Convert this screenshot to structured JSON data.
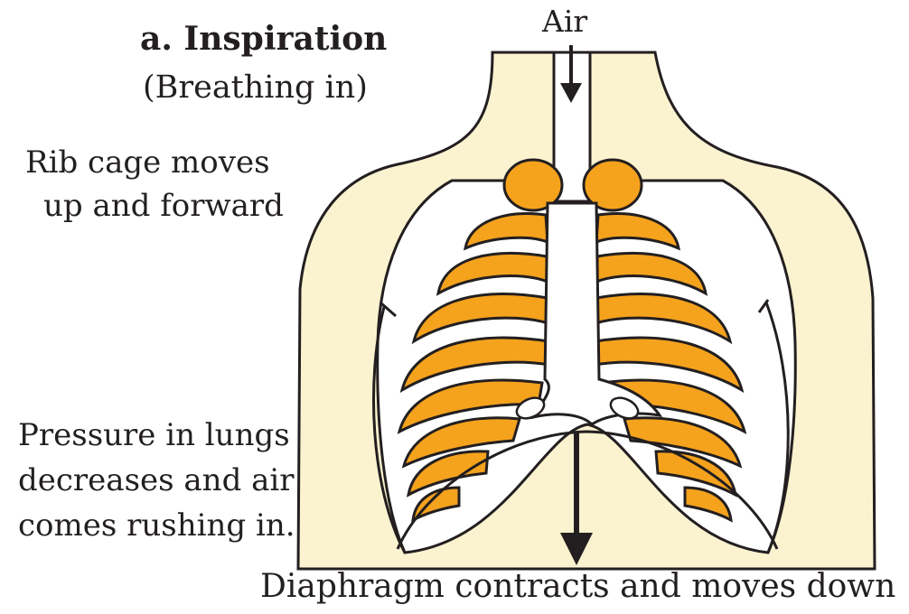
{
  "title": "a. Inspiration",
  "subtitle": "(Breathing in)",
  "air_label": "Air",
  "rib_label": {
    "line1": "Rib cage moves",
    "line2": "up and forward"
  },
  "pressure_label": {
    "line1": "Pressure in lungs",
    "line2": "decreases and air",
    "line3": "comes rushing in."
  },
  "diaphragm_label": "Diaphragm contracts and moves down",
  "colors": {
    "body": "#fbf2cf",
    "lung": "#f5a21d",
    "bone": "#ffffff",
    "outline": "#231f20"
  }
}
